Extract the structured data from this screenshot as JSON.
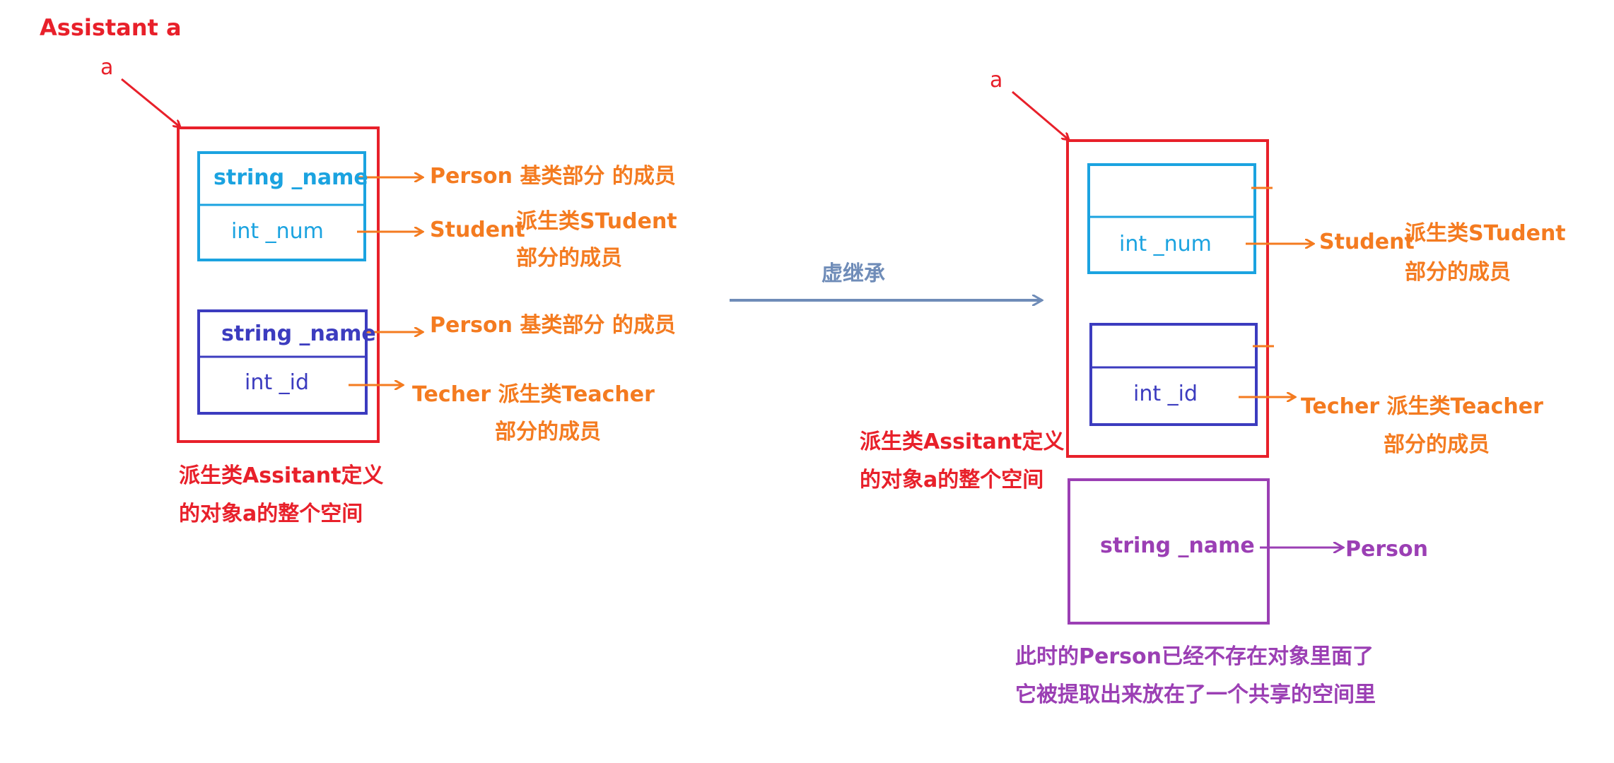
{
  "colors": {
    "red": "#e8202a",
    "orange": "#f47b20",
    "cyan": "#1ba3e0",
    "navy": "#3c3cbf",
    "purple": "#9b3fb4",
    "steel": "#6f8cb8"
  },
  "left": {
    "title": "Assistant a",
    "pointer": "a",
    "person_name_field": "string _name",
    "student_num_field": "int _num",
    "teacher_name_field": "string _name",
    "teacher_id_field": "int _id",
    "person_label_1": "Person  基类部分 的成员",
    "student_label_1": "Student",
    "student_label_2": "派生类STudent",
    "student_label_3": "部分的成员",
    "person_label_2": "Person  基类部分 的成员",
    "teacher_label_1": "Techer 派生类Teacher",
    "teacher_label_2": "部分的成员",
    "object_caption_1": "派生类Assitant定义",
    "object_caption_2": "的对象a的整个空间"
  },
  "middle": {
    "arrow_label": "虚继承"
  },
  "right": {
    "pointer": "a",
    "student_num_field": "int _num",
    "teacher_id_field": "int _id",
    "student_label_1": "Student",
    "student_label_2": "派生类STudent",
    "student_label_3": "部分的成员",
    "teacher_label_1": "Techer 派生类Teacher",
    "teacher_label_2": "部分的成员",
    "object_caption_1": "派生类Assitant定义",
    "object_caption_2": "的对象a的整个空间",
    "shared_name_field": "string _name",
    "shared_label": "Person",
    "note_1": "此时的Person已经不存在对象里面了",
    "note_2": "它被提取出来放在了一个共享的空间里"
  }
}
